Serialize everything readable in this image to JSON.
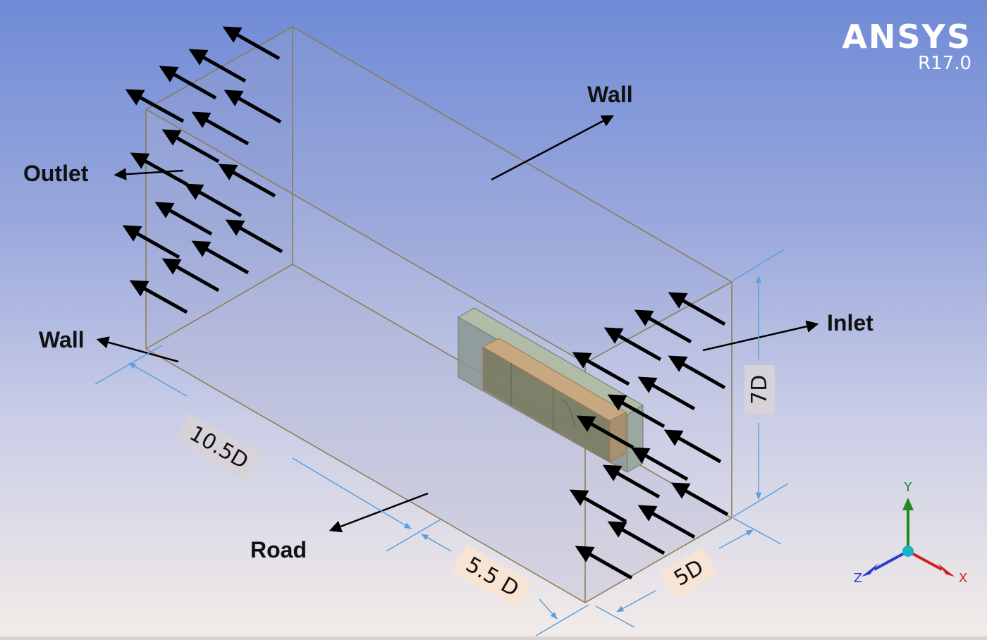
{
  "brand": {
    "title": "ANSYS",
    "version": "R17.0"
  },
  "labels": {
    "wall_top": "Wall",
    "outlet": "Outlet",
    "wall_side": "Wall",
    "inlet": "Inlet",
    "road": "Road"
  },
  "dimensions": {
    "d1": "10.5D",
    "d2": "5.5 D",
    "d3": "5D",
    "d4": "7D"
  },
  "axes": {
    "x": "X",
    "y": "Y",
    "z": "Z"
  },
  "colors": {
    "x_axis": "#d22020",
    "y_axis": "#1e8a1e",
    "z_axis": "#2a3fd0",
    "origin": "#18b4c4",
    "dimension_line": "#5aa0dc",
    "box_edge": "#8a7a50"
  }
}
